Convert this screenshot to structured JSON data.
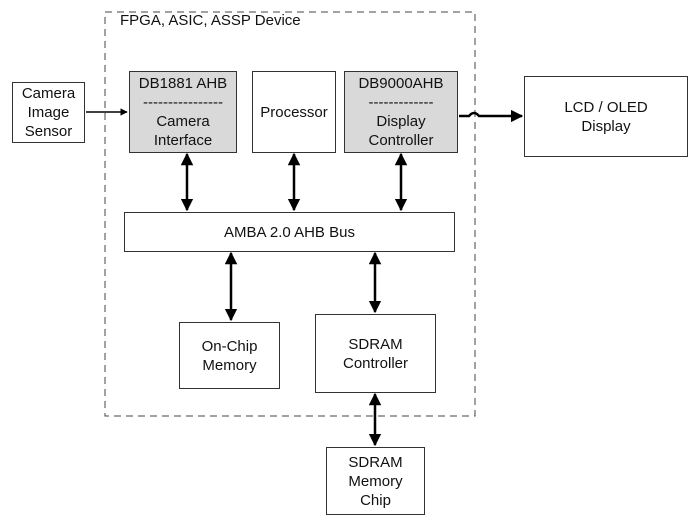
{
  "device": {
    "label": "FPGA, ASIC, ASSP Device"
  },
  "blocks": {
    "camera_sensor": [
      "Camera",
      "Image",
      "Sensor"
    ],
    "camera_interface": [
      "DB1881 AHB",
      "----------------",
      "Camera",
      "Interface"
    ],
    "processor": [
      "Processor"
    ],
    "display_controller": [
      "DB9000AHB",
      "-------------",
      "Display",
      "Controller"
    ],
    "lcd_display": [
      "LCD / OLED",
      "Display"
    ],
    "ahb_bus": [
      "AMBA 2.0 AHB Bus"
    ],
    "onchip_memory": [
      "On-Chip",
      "Memory"
    ],
    "sdram_controller": [
      "SDRAM",
      "Controller"
    ],
    "sdram_chip": [
      "SDRAM",
      "Memory",
      "Chip"
    ]
  },
  "colors": {
    "block_fill": "#ffffff",
    "ip_block_fill": "#d9d9d9",
    "line": "#000000",
    "border": "#333333"
  }
}
